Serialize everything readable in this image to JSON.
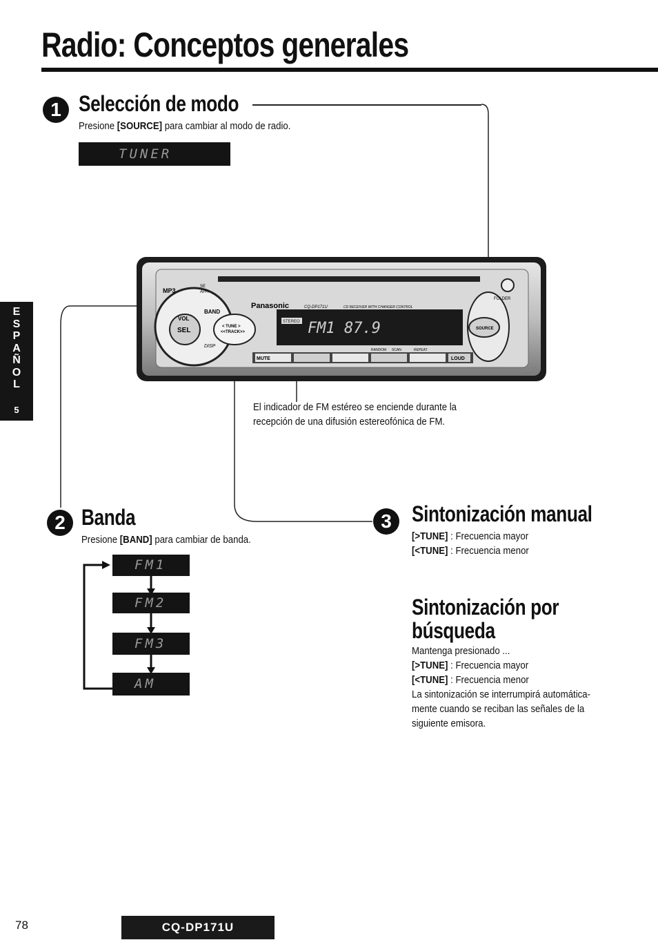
{
  "page": {
    "title": "Radio: Conceptos generales",
    "page_number": "78",
    "model": "CQ-DP171U"
  },
  "side_tab": {
    "letters": [
      "E",
      "S",
      "P",
      "A",
      "Ñ",
      "O",
      "L"
    ],
    "number": "5"
  },
  "section1": {
    "number": "1",
    "heading": "Selección de modo",
    "text_pre": "Presione ",
    "key": "[SOURCE]",
    "text_post": " para cambiar al modo de radio.",
    "display": "TUNER"
  },
  "device": {
    "brand": "Panasonic",
    "model_label": "CQ-DP171U",
    "subtitle": "CD RECEIVER WITH CHANGER CONTROL",
    "display_text": "FM1  87.9",
    "stereo_label": "STEREO",
    "buttons": {
      "band": "BAND",
      "vol": "VOL",
      "sel": "SEL",
      "disp": "DISP",
      "tune": "< TUNE >",
      "track": "<<TRACK>>",
      "source": "SOURCE",
      "folder": "FOLDER",
      "mute": "MUTE",
      "random": "RANDOM",
      "scan": "SCAN",
      "repeat": "REPEAT",
      "loud": "LOUD",
      "mp3": "MP3",
      "se": "SE",
      "aph": "APH"
    }
  },
  "stereo_note": {
    "line1": "El indicador de FM estéreo se enciende durante la",
    "line2": "recepción de una difusión estereofónica de FM."
  },
  "section2": {
    "number": "2",
    "heading": "Banda",
    "text_pre": "Presione ",
    "key": "[BAND]",
    "text_post": " para cambiar de banda.",
    "bands": [
      "FM1",
      "FM2",
      "FM3",
      "AM"
    ]
  },
  "section3": {
    "number": "3",
    "heading": "Sintonización manual",
    "rows": [
      {
        "key": "[>TUNE]",
        "text": " : Frecuencia mayor"
      },
      {
        "key": "[<TUNE]",
        "text": " : Frecuencia menor"
      }
    ]
  },
  "section4": {
    "heading_line1": "Sintonización por",
    "heading_line2": "búsqueda",
    "intro": "Mantenga presionado ...",
    "rows": [
      {
        "key": "[>TUNE]",
        "text": " : Frecuencia mayor"
      },
      {
        "key": "[<TUNE]",
        "text": " : Frecuencia menor"
      }
    ],
    "desc1": "La sintonización se interrumpirá automática-",
    "desc2": "mente cuando se reciban las señales de la",
    "desc3": "siguiente emisora."
  }
}
